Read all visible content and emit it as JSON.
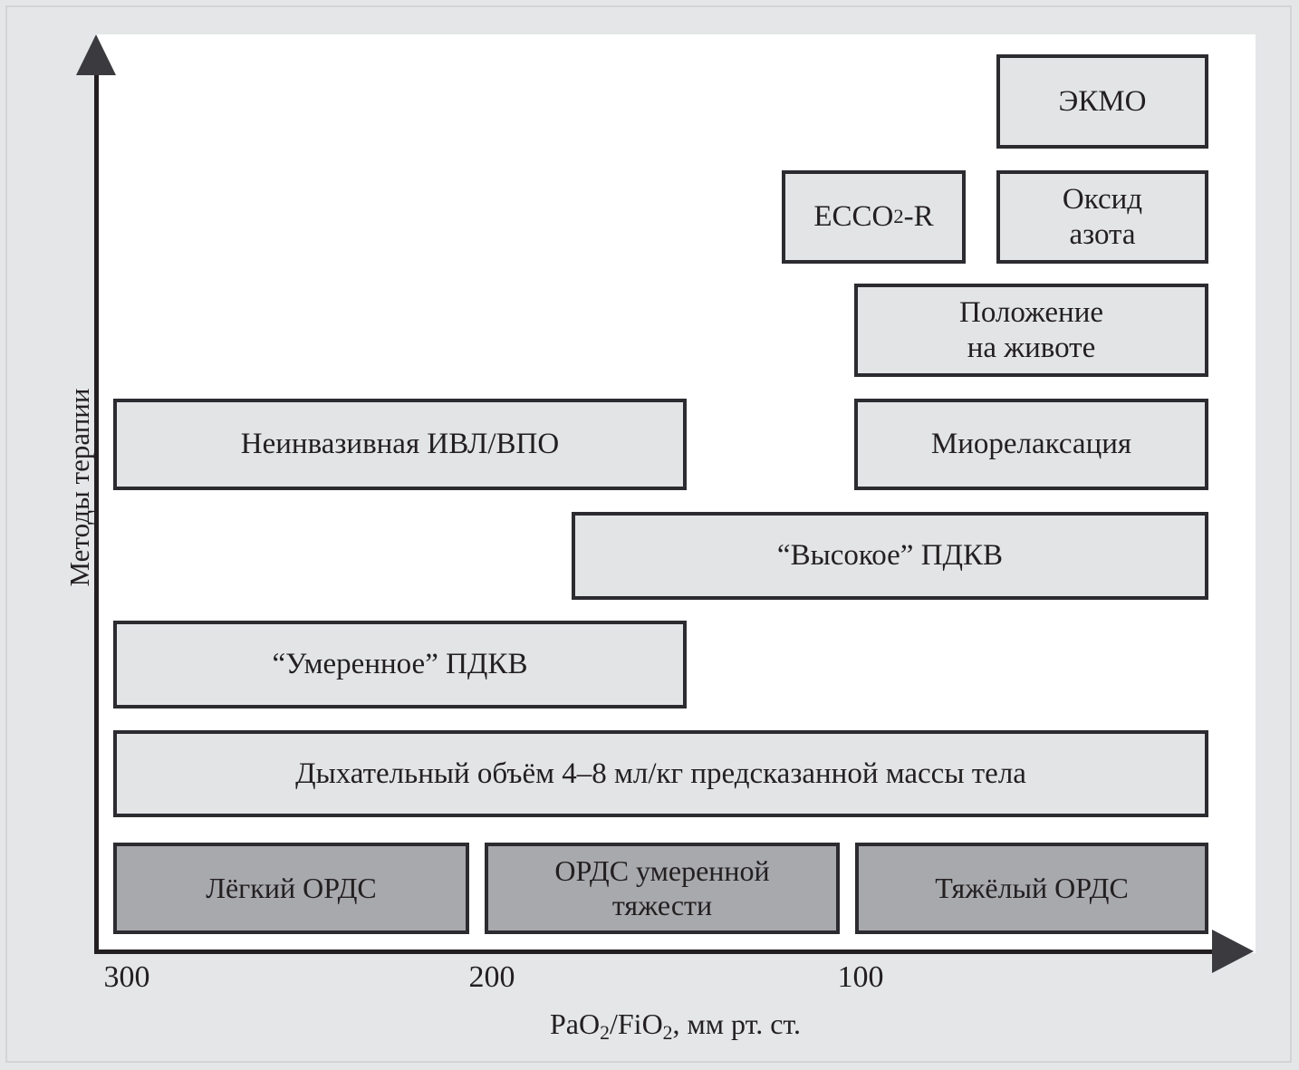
{
  "figure": {
    "y_axis_label": "Методы терапии",
    "x_axis_label_html": "PaO<sub>2</sub>/FiO<sub>2</sub>, мм рт. ст.",
    "x_axis_label_text": "PaO2/FiO2, мм рт. ст.",
    "x_ticks": [
      "300",
      "200",
      "100"
    ],
    "colors": {
      "page_background": "#e4e6e8",
      "plot_background": "#ffffff",
      "box_fill": "#e2e4e6",
      "severity_fill": "#a8a9ad",
      "box_border": "#2c2b30",
      "axis": "#231f20",
      "arrow": "#3b3b3f"
    }
  },
  "therapy_boxes": [
    {
      "id": "ecmo",
      "label": "ЭКМО",
      "label_html": "ЭКМО"
    },
    {
      "id": "ecco2r",
      "label": "ECCO2-R",
      "label_html": "ECCO<sub>2</sub>-R"
    },
    {
      "id": "nitric-oxide",
      "label": "Оксид азота",
      "label_html": "Оксид<br>азота"
    },
    {
      "id": "prone",
      "label": "Положение на животе",
      "label_html": "Положение<br>на животе"
    },
    {
      "id": "niv",
      "label": "Неинвазивная ИВЛ/ВПО",
      "label_html": "Неинвазивная ИВЛ/ВПО"
    },
    {
      "id": "myorelaxation",
      "label": "Миорелаксация",
      "label_html": "Миорелаксация"
    },
    {
      "id": "high-peep",
      "label": "“Высокое” ПДКВ",
      "label_html": "“Высокое” ПДКВ"
    },
    {
      "id": "moderate-peep",
      "label": "“Умеренное” ПДКВ",
      "label_html": "“Умеренное” ПДКВ"
    },
    {
      "id": "tidal-volume",
      "label": "Дыхательный объём 4–8 мл/кг предсказанной массы тела",
      "label_html": "Дыхательный объём 4–8 мл/кг предсказанной массы тела"
    }
  ],
  "severity_boxes": [
    {
      "id": "mild",
      "label": "Лёгкий ОРДС",
      "label_html": "Лёгкий ОРДС"
    },
    {
      "id": "moderate",
      "label": "ОРДС умеренной тяжести",
      "label_html": "ОРДС умеренной<br>тяжести"
    },
    {
      "id": "severe",
      "label": "Тяжёлый ОРДС",
      "label_html": "Тяжёлый ОРДС"
    }
  ],
  "chart_data": {
    "type": "bar",
    "title": "",
    "xlabel": "PaO2/FiO2, мм рт. ст.",
    "ylabel": "Методы терапии",
    "xlim": [
      310,
      0
    ],
    "x_axis_direction": "decreasing",
    "x_tick_values": [
      300,
      200,
      100
    ],
    "grid": false,
    "legend": null,
    "note": "Horizontal span bars: each therapy is applied across a range of PaO2/FiO2 values (mm Hg). Ranges estimated from pixel positions against the 300/200/100 ticks.",
    "bars": [
      {
        "label": "ЭКМО",
        "x_start": 60,
        "x_end": 2,
        "row": 1,
        "fill": "light"
      },
      {
        "label": "ECCO2-R",
        "x_start": 118,
        "x_end": 68,
        "row": 2,
        "fill": "light"
      },
      {
        "label": "Оксид азота",
        "x_start": 60,
        "x_end": 2,
        "row": 2,
        "fill": "light"
      },
      {
        "label": "Положение на животе",
        "x_start": 100,
        "x_end": 2,
        "row": 3,
        "fill": "light"
      },
      {
        "label": "Неинвазивная ИВЛ/ВПО",
        "x_start": 304,
        "x_end": 148,
        "row": 4,
        "fill": "light"
      },
      {
        "label": "Миорелаксация",
        "x_start": 100,
        "x_end": 2,
        "row": 4,
        "fill": "light"
      },
      {
        "label": "“Высокое” ПДКВ",
        "x_start": 179,
        "x_end": 2,
        "row": 5,
        "fill": "light"
      },
      {
        "label": "“Умеренное” ПДКВ",
        "x_start": 304,
        "x_end": 148,
        "row": 6,
        "fill": "light"
      },
      {
        "label": "Дыхательный объём 4–8 мл/кг предсказанной массы тела",
        "x_start": 304,
        "x_end": 2,
        "row": 7,
        "fill": "light"
      },
      {
        "label": "Лёгкий ОРДС",
        "x_start": 304,
        "x_end": 207,
        "row": 8,
        "fill": "dark"
      },
      {
        "label": "ОРДС умеренной тяжести",
        "x_start": 203,
        "x_end": 106,
        "row": 8,
        "fill": "dark"
      },
      {
        "label": "Тяжёлый ОРДС",
        "x_start": 100,
        "x_end": 2,
        "row": 8,
        "fill": "dark"
      }
    ]
  }
}
